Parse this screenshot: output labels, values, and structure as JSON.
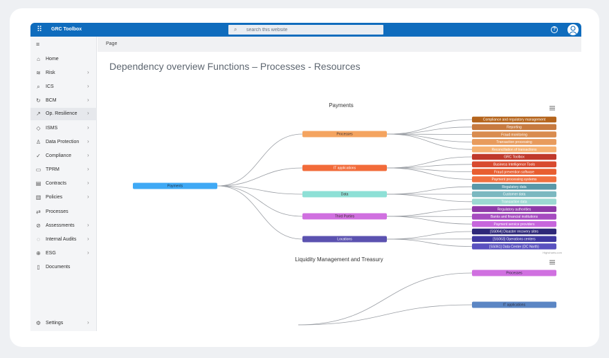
{
  "header": {
    "app_name": "GRC Toolbox",
    "search_placeholder": "search this website",
    "help_label": "?"
  },
  "breadcrumb": {
    "page_label": "Page"
  },
  "page_title": "Dependency overview Functions – Processes - Resources",
  "sidebar": {
    "items": [
      {
        "id": "home",
        "label": "Home",
        "icon": "home-icon",
        "glyph": "⌂",
        "chevron": false
      },
      {
        "id": "risk",
        "label": "Risk",
        "icon": "risk-icon",
        "glyph": "≋",
        "chevron": true
      },
      {
        "id": "ics",
        "label": "ICS",
        "icon": "search-icon",
        "glyph": "⌕",
        "chevron": true
      },
      {
        "id": "bcm",
        "label": "BCM",
        "icon": "refresh-icon",
        "glyph": "↻",
        "chevron": true
      },
      {
        "id": "op-resilience",
        "label": "Op. Resilience",
        "icon": "resilience-icon",
        "glyph": "↗",
        "chevron": true,
        "active": true
      },
      {
        "id": "isms",
        "label": "ISMS",
        "icon": "shield-icon",
        "glyph": "◇",
        "chevron": true
      },
      {
        "id": "data-protection",
        "label": "Data Protection",
        "icon": "person-icon",
        "glyph": "♙",
        "chevron": true
      },
      {
        "id": "compliance",
        "label": "Compliance",
        "icon": "check-circle-icon",
        "glyph": "✓",
        "chevron": true
      },
      {
        "id": "tprm",
        "label": "TPRM",
        "icon": "vendor-icon",
        "glyph": "▭",
        "chevron": true
      },
      {
        "id": "contracts",
        "label": "Contracts",
        "icon": "contract-icon",
        "glyph": "▤",
        "chevron": true
      },
      {
        "id": "policies",
        "label": "Policies",
        "icon": "policy-icon",
        "glyph": "▥",
        "chevron": true
      },
      {
        "id": "processes",
        "label": "Processes",
        "icon": "process-icon",
        "glyph": "⇄",
        "chevron": false
      },
      {
        "id": "assessments",
        "label": "Assessments",
        "icon": "assessment-icon",
        "glyph": "⊘",
        "chevron": true
      },
      {
        "id": "internal-audits",
        "label": "Internal Audits",
        "icon": "audit-icon",
        "glyph": "◌",
        "chevron": true
      },
      {
        "id": "esg",
        "label": "ESG",
        "icon": "globe-icon",
        "glyph": "⊕",
        "chevron": true
      },
      {
        "id": "documents",
        "label": "Documents",
        "icon": "document-icon",
        "glyph": "▯",
        "chevron": false
      }
    ],
    "settings": {
      "label": "Settings",
      "icon": "gear-icon",
      "glyph": "⚙"
    }
  },
  "chart_data": [
    {
      "type": "tree",
      "title": "Payments",
      "root": {
        "label": "Payments",
        "color": "#3fa9f5"
      },
      "branches": [
        {
          "label": "Processes",
          "color": "#f4a460",
          "leaves": [
            {
              "label": "Compliance and regulatory management",
              "color": "#b5651d"
            },
            {
              "label": "Reporting",
              "color": "#c77a3f"
            },
            {
              "label": "Fraud monitoring",
              "color": "#d98c4f"
            },
            {
              "label": "Transaction processing",
              "color": "#e89b5c"
            },
            {
              "label": "Reconciliation of transactions",
              "color": "#f5b070"
            }
          ]
        },
        {
          "label": "IT applications",
          "color": "#f26b3a",
          "leaves": [
            {
              "label": "GRC Toolbox",
              "color": "#c0392b"
            },
            {
              "label": "Business Intelligence Tools",
              "color": "#d84a2f"
            },
            {
              "label": "Fraud prevention software",
              "color": "#e85e30"
            },
            {
              "label": "Payment processing systems",
              "color": "#f07040"
            }
          ]
        },
        {
          "label": "Data",
          "color": "#8ee0d6",
          "leaves": [
            {
              "label": "Regulatory data",
              "color": "#5a98a8"
            },
            {
              "label": "Customer data",
              "color": "#7bb8c0"
            },
            {
              "label": "Transaction data",
              "color": "#9cd9d2"
            }
          ]
        },
        {
          "label": "Third Parties",
          "color": "#d070e0",
          "leaves": [
            {
              "label": "Regulatory authorities",
              "color": "#8e3aa8"
            },
            {
              "label": "Banks and financial institutions",
              "color": "#a64cc0"
            },
            {
              "label": "Payment service providers",
              "color": "#c766dc"
            }
          ]
        },
        {
          "label": "Locations",
          "color": "#5b52b0",
          "leaves": [
            {
              "label": "[SS064] Disaster recovery sites",
              "color": "#2e2878"
            },
            {
              "label": "[SS063] Operations centers",
              "color": "#3e37a0"
            },
            {
              "label": "[SS061] Data Center (DC North)",
              "color": "#5a52c0"
            }
          ]
        }
      ],
      "credits": "Highcharts.com"
    },
    {
      "type": "tree",
      "title": "Liquidity Management and Treasury",
      "branches": [
        {
          "label": "Processes",
          "color": "#d070e0"
        },
        {
          "label": "IT applications",
          "color": "#5b86c4"
        }
      ]
    }
  ]
}
